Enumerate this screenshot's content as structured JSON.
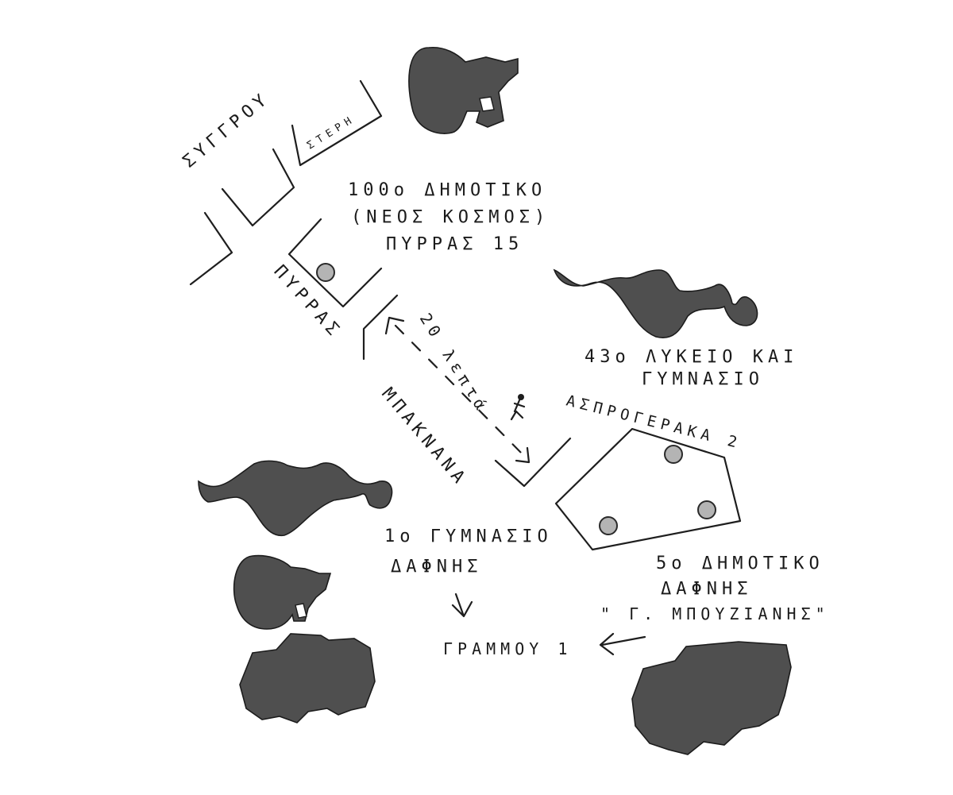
{
  "streets": {
    "syngrou": "ΣΥΓΓΡΟΥ",
    "pyrras": "ΠΥΡΡΑΣ",
    "baknana": "ΜΠΑΚΝΑΝΑ",
    "asprogeraka": "ΑΣΠΡΟΓΕΡΑΚΑ 2",
    "steri": "ΣΤΕΡΗ",
    "grammou": "ΓΡΑΜΜΟΥ 1"
  },
  "schools": {
    "s100": [
      "100ο ΔΗΜΟΤΙΚΟ",
      "(ΝΕΟΣ ΚΟΣΜΟΣ)",
      "ΠΥΡΡΑΣ 15"
    ],
    "s43": [
      "43ο ΛΥΚΕΙΟ ΚΑΙ",
      "ΓΥΜΝΑΣΙΟ"
    ],
    "gym1": [
      "1ο ΓΥΜΝΑΣΙΟ",
      "ΔΑΦΝΗΣ"
    ],
    "s5": [
      "5ο ΔΗΜΟΤΙΚΟ",
      "ΔΑΦΝΗΣ",
      "\" Γ. ΜΠΟΥΖΙΑΝΗΣ\""
    ]
  },
  "walk_time": "20 λεπτά",
  "icons": [
    "megaphone-icon",
    "shoe-icon",
    "walker-icon",
    "truck-icon",
    "arrow-icon",
    "school-marker-icon"
  ],
  "colors": {
    "ink": "#1e1e1e",
    "blob": "#4f4f4f",
    "marker": "#b4b4b4",
    "paper": "#ffffff"
  }
}
